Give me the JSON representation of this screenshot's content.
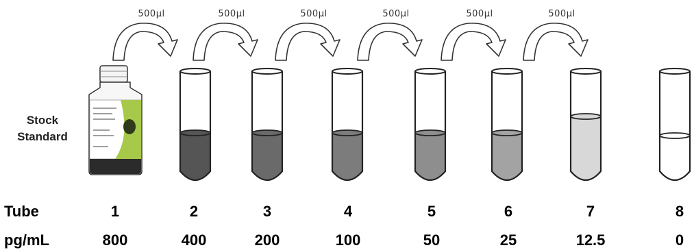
{
  "stock": {
    "line1": "Stock",
    "line2": "Standard"
  },
  "transfer_volume": "500μl",
  "transfers": 6,
  "row_labels": {
    "tube": "Tube",
    "conc": "pg/mL"
  },
  "tubes": [
    {
      "number": "1",
      "concentration": "800",
      "fill_color": "#2a2a2a"
    },
    {
      "number": "2",
      "concentration": "400",
      "fill_color": "#555555"
    },
    {
      "number": "3",
      "concentration": "200",
      "fill_color": "#6a6a6a"
    },
    {
      "number": "4",
      "concentration": "100",
      "fill_color": "#7c7c7c"
    },
    {
      "number": "5",
      "concentration": "50",
      "fill_color": "#8e8e8e"
    },
    {
      "number": "6",
      "concentration": "25",
      "fill_color": "#a3a3a3"
    },
    {
      "number": "7",
      "concentration": "12.5",
      "fill_color": "#d8d8d8"
    },
    {
      "number": "8",
      "concentration": "0",
      "fill_color": "#ffffff"
    }
  ]
}
